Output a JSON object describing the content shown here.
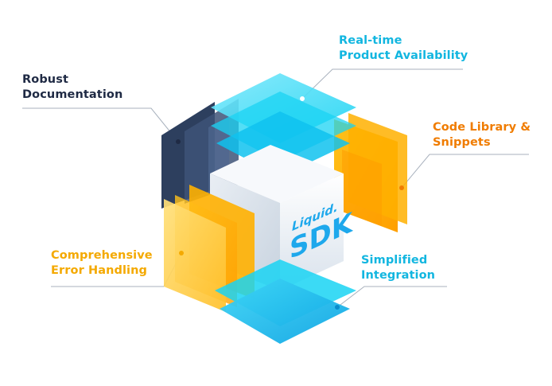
{
  "colors": {
    "cyan": "#19d3f3",
    "cyan_dark": "#0fb3e6",
    "navy": "#2d3f5e",
    "orange": "#ffb000",
    "orange_light": "#ffd24a",
    "cube_white": "#f2f6fa",
    "logo_blue": "#1ea8ec",
    "text_dark": "#1f2a44",
    "text_cyan": "#12b6e0",
    "text_orange": "#f07c00",
    "text_yellow": "#f4a900",
    "line_gray": "#a8b1bd"
  },
  "logo": {
    "line1": "Liquid.",
    "line2": "SDK"
  },
  "labels": {
    "realtime": {
      "line1": "Real-time",
      "line2": "Product Availability"
    },
    "robust": {
      "line1": "Robust",
      "line2": "Documentation"
    },
    "codelib": {
      "line1": "Code Library &",
      "line2": "Snippets"
    },
    "error": {
      "line1": "Comprehensive",
      "line2": "Error Handling"
    },
    "integration": {
      "line1": "Simplified",
      "line2": "Integration"
    }
  }
}
